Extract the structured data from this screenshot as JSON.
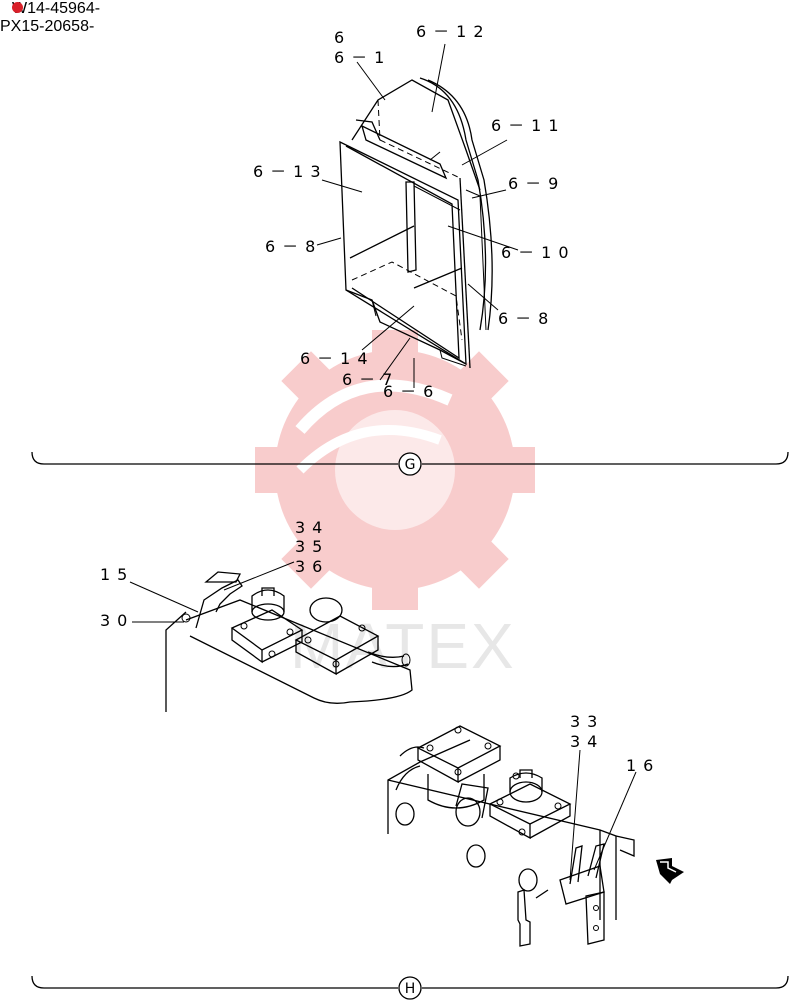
{
  "header": {
    "serial_line_1": "W14-45964-",
    "serial_line_2": "PX15-20658-"
  },
  "watermark": {
    "text": "MATEX",
    "color": "#f0a0a0"
  },
  "section_g": {
    "marker": "G",
    "callouts": {
      "c_6": "6",
      "c_6_1": "6－1",
      "c_6_12": "6－12",
      "c_6_11": "6－11",
      "c_6_13": "6－13",
      "c_6_9": "6－9",
      "c_6_8_left": "6－8",
      "c_6_10": "6－10",
      "c_6_8_right": "6－8",
      "c_6_14": "6－14",
      "c_6_7": "6－7",
      "c_6_6": "6－6"
    }
  },
  "section_h": {
    "marker": "H",
    "callouts": {
      "c_34_top": "34",
      "c_35": "35",
      "c_36": "36",
      "c_15": "15",
      "c_30": "30",
      "c_33": "33",
      "c_34_bottom": "34",
      "c_16": "16"
    }
  }
}
